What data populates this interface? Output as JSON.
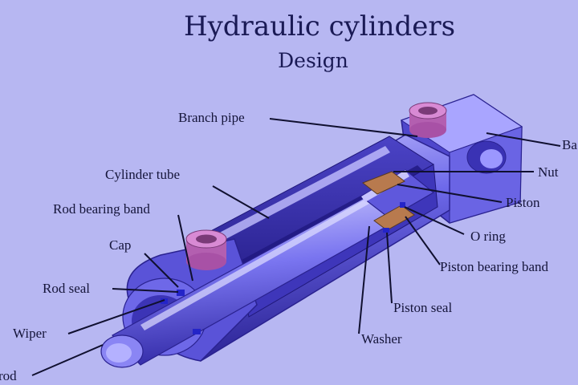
{
  "title": "Hydraulic cylinders",
  "subtitle": "Design",
  "labels": {
    "branch_pipe": "Branch pipe",
    "base": "Ba",
    "cylinder_tube": "Cylinder tube",
    "nut": "Nut",
    "rod_bearing_band": "Rod bearing band",
    "piston": "Piston",
    "o_ring": "O ring",
    "cap": "Cap",
    "piston_bearing_band": "Piston bearing band",
    "rod_seal": "Rod seal",
    "piston_seal": "Piston seal",
    "wiper": "Wiper",
    "washer": "Washer",
    "rod": "rod"
  },
  "colors": {
    "background": "#b7b7f2",
    "body": "#6a66e6",
    "body_dark": "#3a2fb0",
    "body_light": "#b9b6ff",
    "port": "#cc74c8",
    "band": "#b87a4e",
    "seal": "#2424c8",
    "leader": "#101030"
  }
}
